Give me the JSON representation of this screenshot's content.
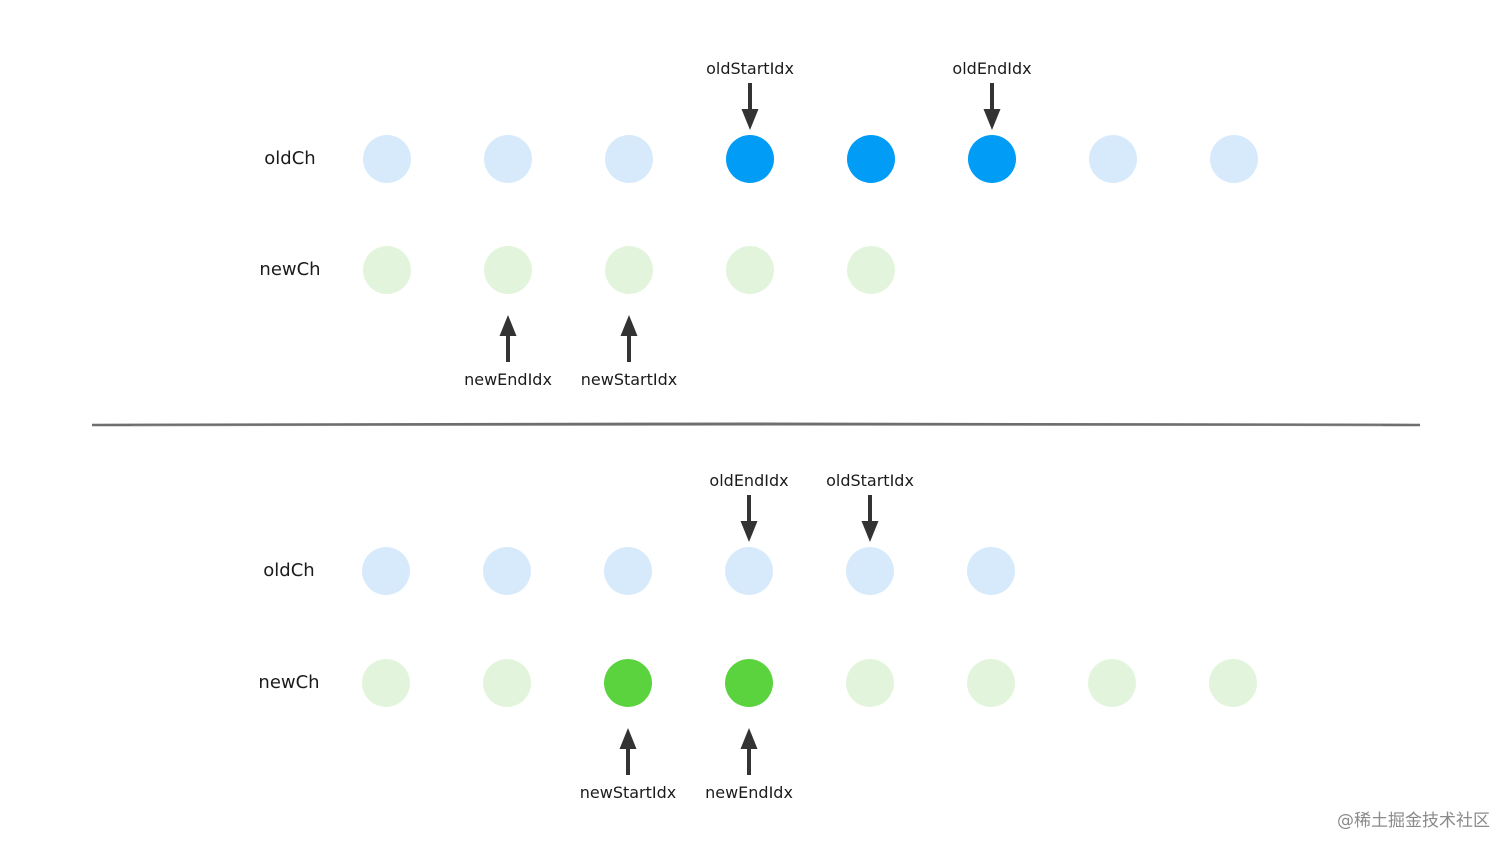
{
  "colors": {
    "old_inactive": "#d7eafb",
    "old_active": "#009cf5",
    "new_inactive": "#e2f5dc",
    "new_active": "#5ad33e",
    "arrow": "#333333",
    "text": "#1b1b1b"
  },
  "panels": [
    {
      "old": {
        "label": "oldCh",
        "active": [
          false,
          false,
          false,
          true,
          true,
          true,
          false,
          false
        ]
      },
      "new": {
        "label": "newCh",
        "active": [
          false,
          false,
          false,
          false,
          false
        ]
      },
      "pointers": [
        {
          "label": "oldStartIdx",
          "row": "old",
          "index": 3
        },
        {
          "label": "oldEndIdx",
          "row": "old",
          "index": 5
        },
        {
          "label": "newEndIdx",
          "row": "new",
          "index": 1
        },
        {
          "label": "newStartIdx",
          "row": "new",
          "index": 2
        }
      ]
    },
    {
      "old": {
        "label": "oldCh",
        "active": [
          false,
          false,
          false,
          false,
          false,
          false
        ]
      },
      "new": {
        "label": "newCh",
        "active": [
          false,
          false,
          true,
          true,
          false,
          false,
          false,
          false
        ]
      },
      "pointers": [
        {
          "label": "oldEndIdx",
          "row": "old",
          "index": 3
        },
        {
          "label": "oldStartIdx",
          "row": "old",
          "index": 4
        },
        {
          "label": "newStartIdx",
          "row": "new",
          "index": 2
        },
        {
          "label": "newEndIdx",
          "row": "new",
          "index": 3
        }
      ]
    }
  ],
  "watermark": "@稀土掘金技术社区"
}
